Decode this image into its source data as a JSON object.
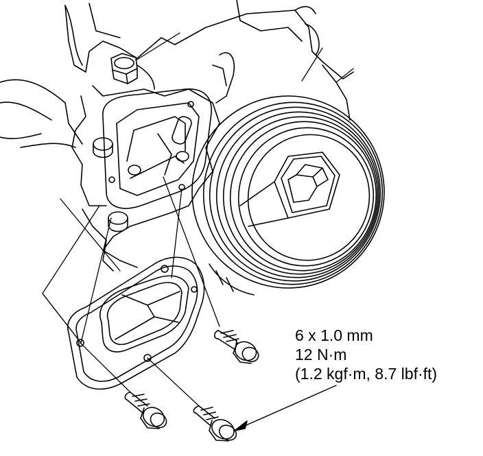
{
  "callout": {
    "bolt_size": "6 x 1.0 mm",
    "torque_nm": "12 N·m",
    "torque_alt": "(1.2 kgf·m, 8.7 lbf·ft)"
  },
  "colors": {
    "ink": "#000000",
    "paper": "#ffffff"
  }
}
